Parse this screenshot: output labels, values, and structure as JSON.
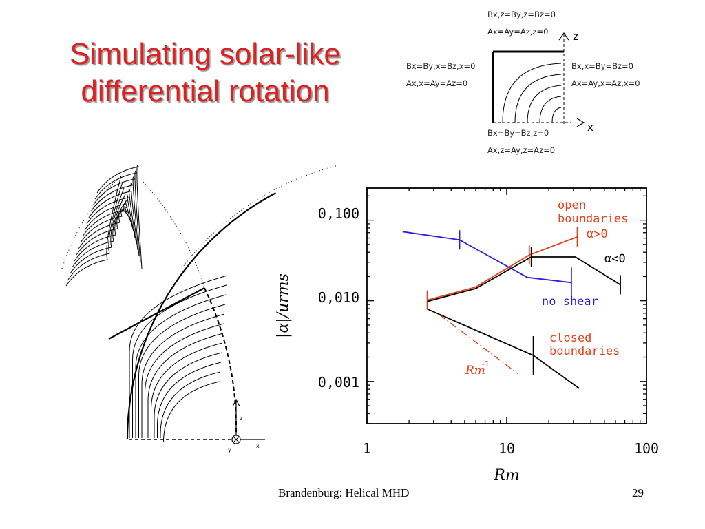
{
  "slide": {
    "title_line1": "Simulating solar-like",
    "title_line2": "differential rotation",
    "footer_left": "Brandenburg: Helical MHD",
    "footer_right": "29"
  },
  "boundary_diagram": {
    "top_line1": "Bx,z=By,z=Bz=0",
    "top_line2": "Ax=Ay=Az,z=0",
    "left_line1": "Bx=By,x=Bz,x=0",
    "left_line2": "Ax,x=Ay=Az=0",
    "right_line1": "Bx,x=By=Bz=0",
    "right_line2": "Ax=Ay,x=Az,x=0",
    "bottom_line1": "Bx=By=Bz,z=0",
    "bottom_line2": "Ax,z=Ay,z=Az=0",
    "axis_z": "z",
    "axis_x": "x"
  },
  "field_diagram": {
    "axis_z": "z",
    "axis_x": "x",
    "axis_y": "y"
  },
  "chart_data": {
    "type": "line",
    "xlabel": "Rm",
    "ylabel": "|α|/urms",
    "xscale": "log",
    "yscale": "log",
    "xlim": [
      1,
      100
    ],
    "ylim": [
      0.0003,
      0.25
    ],
    "x_tick_labels": [
      "1",
      "10",
      "100"
    ],
    "y_tick_labels": [
      "0,001",
      "0,010",
      "0,100"
    ],
    "colors": {
      "red": "#e8401c",
      "blue": "#2b1ee0",
      "black": "#000000",
      "dashdot": "#e8401c"
    },
    "series": [
      {
        "name": "no shear",
        "color": "#2b1ee0",
        "x": [
          1.8,
          4.6,
          14,
          29
        ],
        "y": [
          0.072,
          0.057,
          0.0195,
          0.0168
        ],
        "errorbars_at": [
          4.6,
          29
        ]
      },
      {
        "name": "α>0",
        "color": "#e8401c",
        "x": [
          2.7,
          6,
          14.5,
          32
        ],
        "y": [
          0.0102,
          0.0148,
          0.037,
          0.062
        ],
        "errorbars_at": [
          2.7,
          14.5,
          32
        ]
      },
      {
        "name": "α<0",
        "color": "#000000",
        "x": [
          2.7,
          6,
          15,
          31,
          65
        ],
        "y": [
          0.0098,
          0.0142,
          0.035,
          0.035,
          0.0158
        ],
        "errorbars_at": [
          15,
          65
        ]
      },
      {
        "name": "closed boundaries",
        "color": "#000000",
        "x": [
          2.7,
          15.5,
          33
        ],
        "y": [
          0.0079,
          0.0021,
          0.00082
        ],
        "errorbars_at": [
          15.5
        ]
      },
      {
        "name": "Rm^-1",
        "color": "#e8401c",
        "style": "dashdot",
        "x": [
          3.3,
          12
        ],
        "y": [
          0.0067,
          0.00125
        ]
      }
    ],
    "annotations": [
      {
        "text": "open",
        "color": "#e8401c"
      },
      {
        "text": "boundaries",
        "color": "#e8401c"
      },
      {
        "text": "α>0",
        "color": "#e8401c"
      },
      {
        "text": "α<0",
        "color": "#000000"
      },
      {
        "text": "no shear",
        "color": "#2b1ee0"
      },
      {
        "text": "closed",
        "color": "#e8401c"
      },
      {
        "text": "boundaries",
        "color": "#e8401c"
      },
      {
        "text": "Rm",
        "color": "#e8401c"
      },
      {
        "text": "-1",
        "color": "#e8401c"
      }
    ]
  }
}
